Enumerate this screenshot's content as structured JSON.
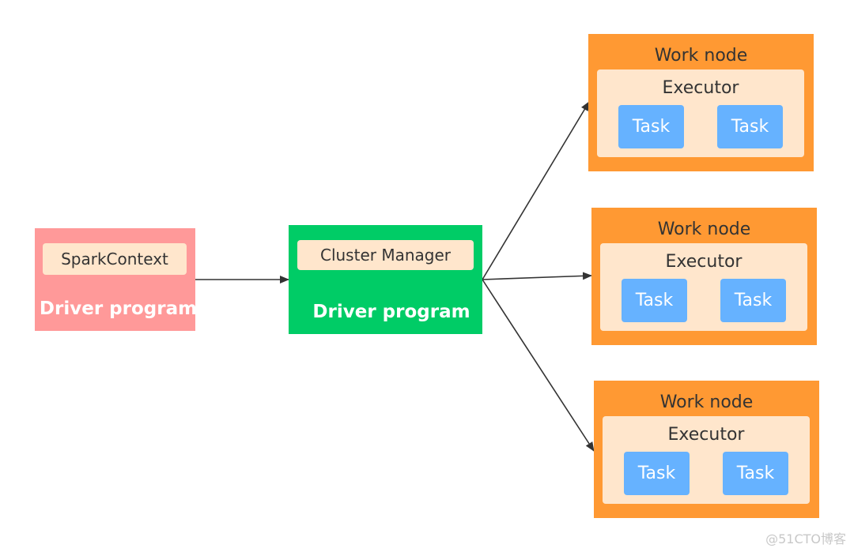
{
  "driver": {
    "spark_context": "SparkContext",
    "label": "Driver program"
  },
  "cluster": {
    "manager": "Cluster Manager",
    "label": "Driver program"
  },
  "work_nodes": [
    {
      "title": "Work node",
      "executor": "Executor",
      "tasks": [
        "Task",
        "Task"
      ]
    },
    {
      "title": "Work node",
      "executor": "Executor",
      "tasks": [
        "Task",
        "Task"
      ]
    },
    {
      "title": "Work node",
      "executor": "Executor",
      "tasks": [
        "Task",
        "Task"
      ]
    }
  ],
  "colors": {
    "driver": "#ff9999",
    "cluster": "#00cc66",
    "work_node": "#ff9933",
    "executor": "#ffe6cc",
    "task": "#66b2ff",
    "arrow": "#333333"
  },
  "watermark": "@51CTO博客"
}
